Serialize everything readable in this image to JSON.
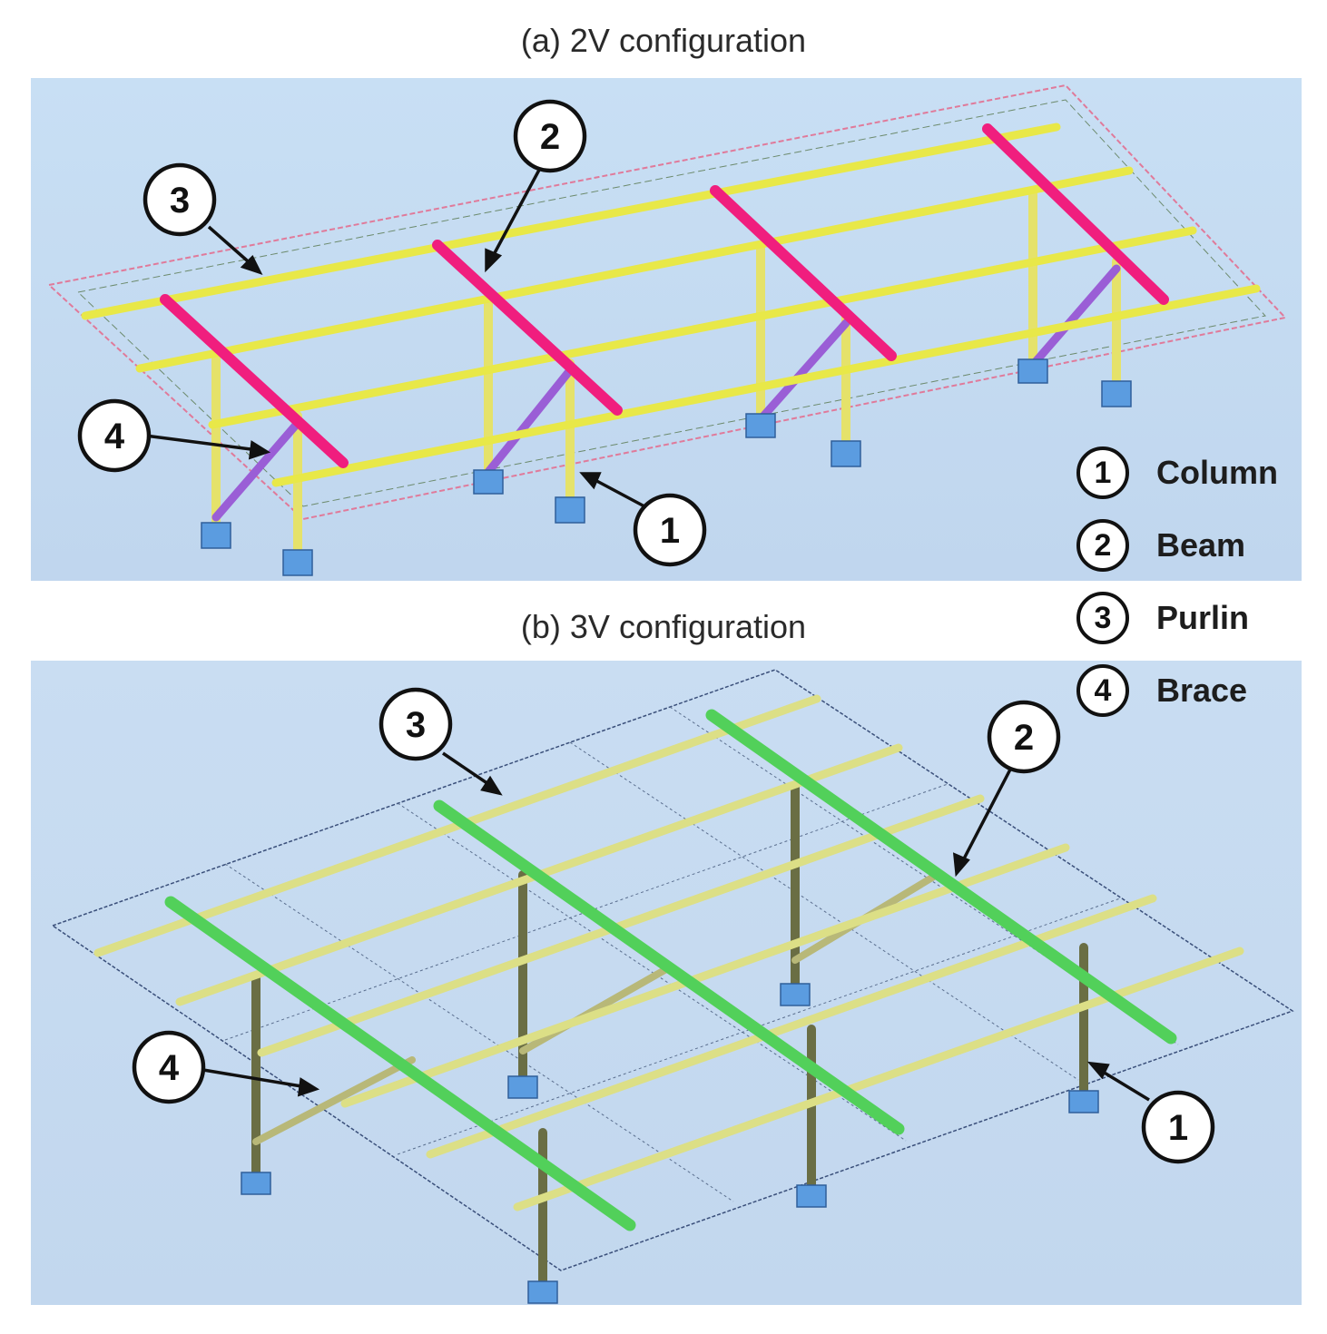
{
  "panel_a": {
    "title": "(a) 2V configuration",
    "callouts": [
      "3",
      "2",
      "4",
      "1"
    ],
    "colors": {
      "purlin": "#e8e848",
      "beam": "#f01e7e",
      "column": "#e5e26a",
      "brace": "#9a5ed6",
      "footing": "#5b9ce0"
    }
  },
  "panel_b": {
    "title": "(b) 3V configuration",
    "callouts": [
      "3",
      "2",
      "4",
      "1"
    ],
    "colors": {
      "purlin": "#dcdf86",
      "beam": "#52d05a",
      "column": "#6a6e44",
      "brace": "#b8b878",
      "footing": "#5b9ce0"
    }
  },
  "legend": [
    {
      "number": "1",
      "label": "Column"
    },
    {
      "number": "2",
      "label": "Beam"
    },
    {
      "number": "3",
      "label": "Purlin"
    },
    {
      "number": "4",
      "label": "Brace"
    }
  ]
}
